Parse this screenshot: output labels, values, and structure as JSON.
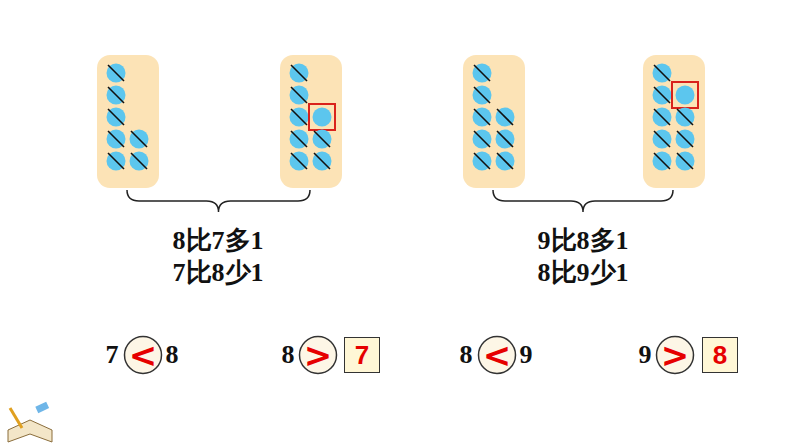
{
  "diagram": {
    "nodes": [
      {
        "text": [
          "<"
        ]
      },
      {
        "text": [
          ">"
        ]
      },
      {
        "text": [
          "7"
        ]
      },
      {
        "text": [
          "<"
        ]
      },
      {
        "text": [
          ">"
        ]
      },
      {
        "text": [
          "8"
        ]
      }
    ],
    "labels": [
      "8比7多1",
      "7比8少1",
      "9比8多1",
      "8比9少1",
      "7",
      "8",
      "8",
      "8",
      "9",
      "9"
    ]
  }
}
